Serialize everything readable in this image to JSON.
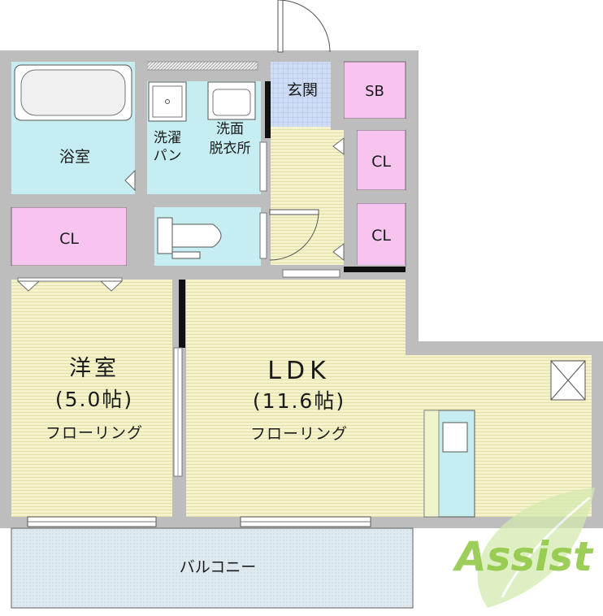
{
  "rooms": {
    "bath": "浴室",
    "laundry_line1": "洗濯",
    "laundry_line2": "パン",
    "washroom_line1": "洗面",
    "washroom_line2": "脱衣所",
    "entrance": "玄関",
    "shoe_box": "SB",
    "closet_upper": "CL",
    "closet_lower": "CL",
    "closet_west": "CL",
    "western_name": "洋室",
    "western_size": "(5.0帖)",
    "western_floor": "フローリング",
    "ldk_name": "LDK",
    "ldk_size": "(11.6帖)",
    "ldk_floor": "フローリング",
    "balcony": "バルコニー"
  },
  "logo": {
    "text": "Assist"
  },
  "colors": {
    "wall": "#bdbdbd",
    "floor": "#f3f2c9",
    "wet_area": "#c6eef2",
    "closet": "#f6c4ee",
    "entrance": "#cfdcf3",
    "balcony": "#dde9ef",
    "logo_green": "#8dc63f"
  }
}
